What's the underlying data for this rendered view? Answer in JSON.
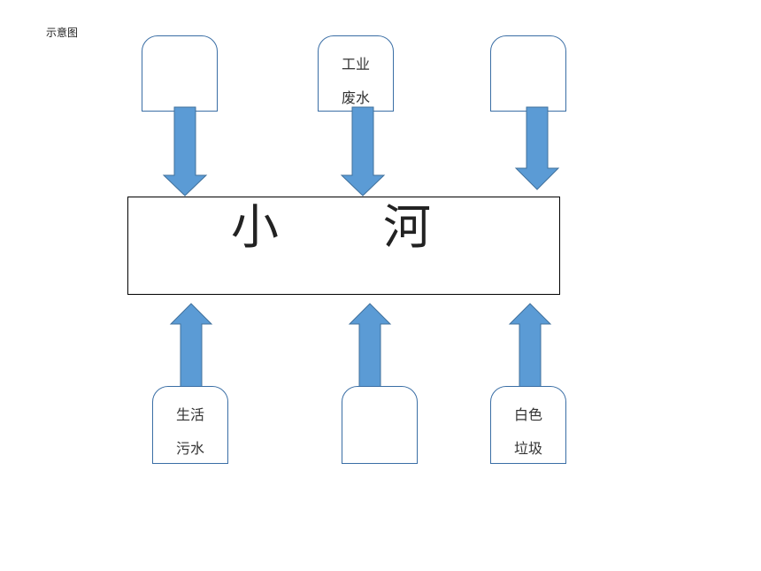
{
  "caption": "示意图",
  "river": {
    "chars": [
      "小",
      "河"
    ]
  },
  "top_sources": [
    {
      "lines": []
    },
    {
      "lines": [
        "工业",
        "废水"
      ]
    },
    {
      "lines": []
    }
  ],
  "bottom_sources": [
    {
      "lines": [
        "生活",
        "污水"
      ]
    },
    {
      "lines": []
    },
    {
      "lines": [
        "白色",
        "垃圾"
      ]
    }
  ],
  "colors": {
    "arrow_fill": "#5b9bd5",
    "arrow_stroke": "#41719c",
    "box_border": "#3a6ea5",
    "river_border": "#000000"
  }
}
